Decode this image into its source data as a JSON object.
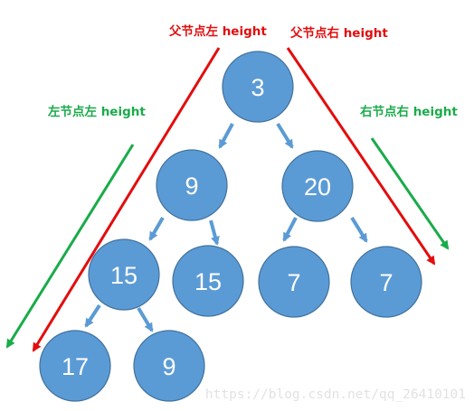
{
  "colors": {
    "node_fill": "#5b9bd5",
    "node_stroke": "#41719c",
    "edge_arrow": "#5b9bd5",
    "parent_height": "#e30d0d",
    "child_height": "#1aab4a",
    "node_text": "#ffffff",
    "watermark": "#e2e2e2"
  },
  "tree": {
    "root": "3",
    "level1_left": "9",
    "level1_right": "20",
    "level2_a": "15",
    "level2_b": "15",
    "level2_c": "7",
    "level2_d": "7",
    "level3_left": "17",
    "level3_right": "9"
  },
  "annotations": {
    "parent_left_height": "父节点左 height",
    "parent_right_height": "父节点右 height",
    "left_node_left_height": "左节点左 height",
    "right_node_right_height": "右节点右 height"
  },
  "watermark": "https://blog.csdn.net/qq_26410101"
}
